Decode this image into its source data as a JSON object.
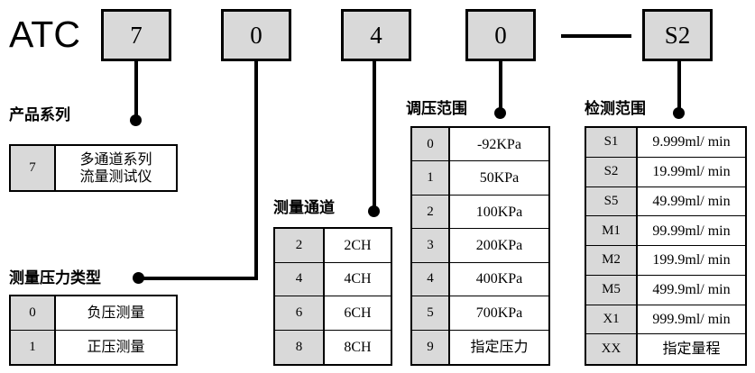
{
  "code_row": {
    "prefix": "ATC",
    "boxes": [
      {
        "name": "series",
        "value": "7"
      },
      {
        "name": "pressure-type",
        "value": "0"
      },
      {
        "name": "channels",
        "value": "4"
      },
      {
        "name": "pressure-range",
        "value": "0"
      },
      {
        "name": "detection-range",
        "value": "S2"
      }
    ],
    "separator": "—"
  },
  "sections": {
    "product_series": {
      "title": "产品系列",
      "rows": [
        {
          "code": "7",
          "desc": "多通道系列\n流量测试仪"
        }
      ]
    },
    "pressure_type": {
      "title": "测量压力类型",
      "rows": [
        {
          "code": "0",
          "desc": "负压测量"
        },
        {
          "code": "1",
          "desc": "正压测量"
        }
      ]
    },
    "channels": {
      "title": "测量通道",
      "rows": [
        {
          "code": "2",
          "desc": "2CH"
        },
        {
          "code": "4",
          "desc": "4CH"
        },
        {
          "code": "6",
          "desc": "6CH"
        },
        {
          "code": "8",
          "desc": "8CH"
        }
      ]
    },
    "pressure_range": {
      "title": "调压范围",
      "rows": [
        {
          "code": "0",
          "desc": "-92KPa"
        },
        {
          "code": "1",
          "desc": "50KPa"
        },
        {
          "code": "2",
          "desc": "100KPa"
        },
        {
          "code": "3",
          "desc": "200KPa"
        },
        {
          "code": "4",
          "desc": "400KPa"
        },
        {
          "code": "5",
          "desc": "700KPa"
        },
        {
          "code": "9",
          "desc": "指定压力"
        }
      ]
    },
    "detection_range": {
      "title": "检测范围",
      "rows": [
        {
          "code": "S1",
          "desc": "9.999ml/ min"
        },
        {
          "code": "S2",
          "desc": "19.99ml/ min"
        },
        {
          "code": "S5",
          "desc": "49.99ml/ min"
        },
        {
          "code": "M1",
          "desc": "99.99ml/ min"
        },
        {
          "code": "M2",
          "desc": "199.9ml/ min"
        },
        {
          "code": "M5",
          "desc": "499.9ml/ min"
        },
        {
          "code": "X1",
          "desc": "999.9ml/ min"
        },
        {
          "code": "XX",
          "desc": "指定量程"
        }
      ]
    }
  },
  "colors": {
    "line": "#000000",
    "code_fill": "#d9d9d9",
    "background": "#ffffff"
  }
}
